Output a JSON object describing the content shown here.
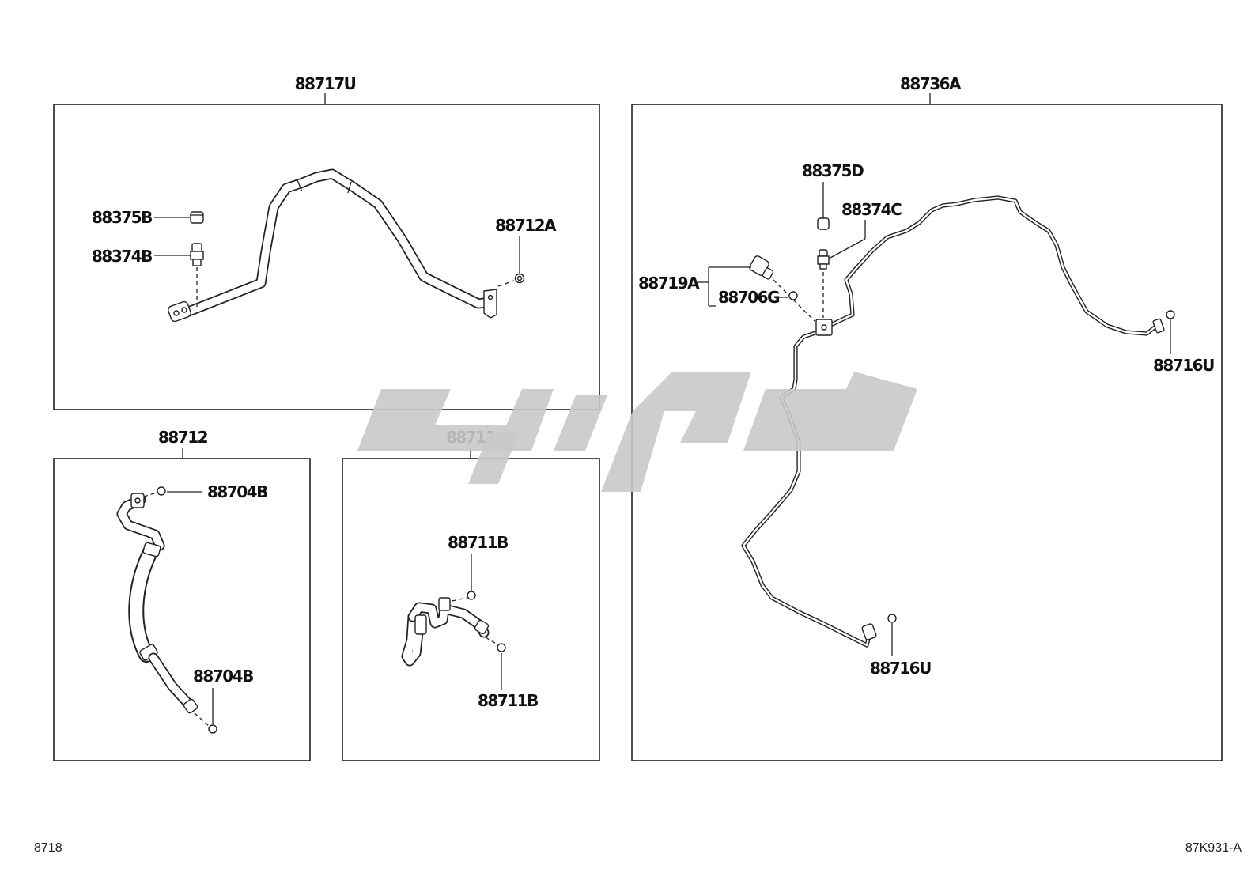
{
  "groups": {
    "g1": {
      "title": "88717U",
      "parts": {
        "p1": "88375B",
        "p2": "88374B",
        "p3": "88712A"
      }
    },
    "g2": {
      "title": "88712",
      "parts": {
        "p1": "88704B",
        "p2": "88704B"
      }
    },
    "g3": {
      "title": "88711",
      "parts": {
        "p1": "88711B",
        "p2": "88711B"
      }
    },
    "g4": {
      "title": "88736A",
      "parts": {
        "p1": "88375D",
        "p2": "88374C",
        "p3": "88719A",
        "p4": "88706G",
        "p5": "88716U",
        "p6": "88716U"
      }
    }
  },
  "footer": {
    "left": "8718",
    "right": "87K931-A"
  }
}
